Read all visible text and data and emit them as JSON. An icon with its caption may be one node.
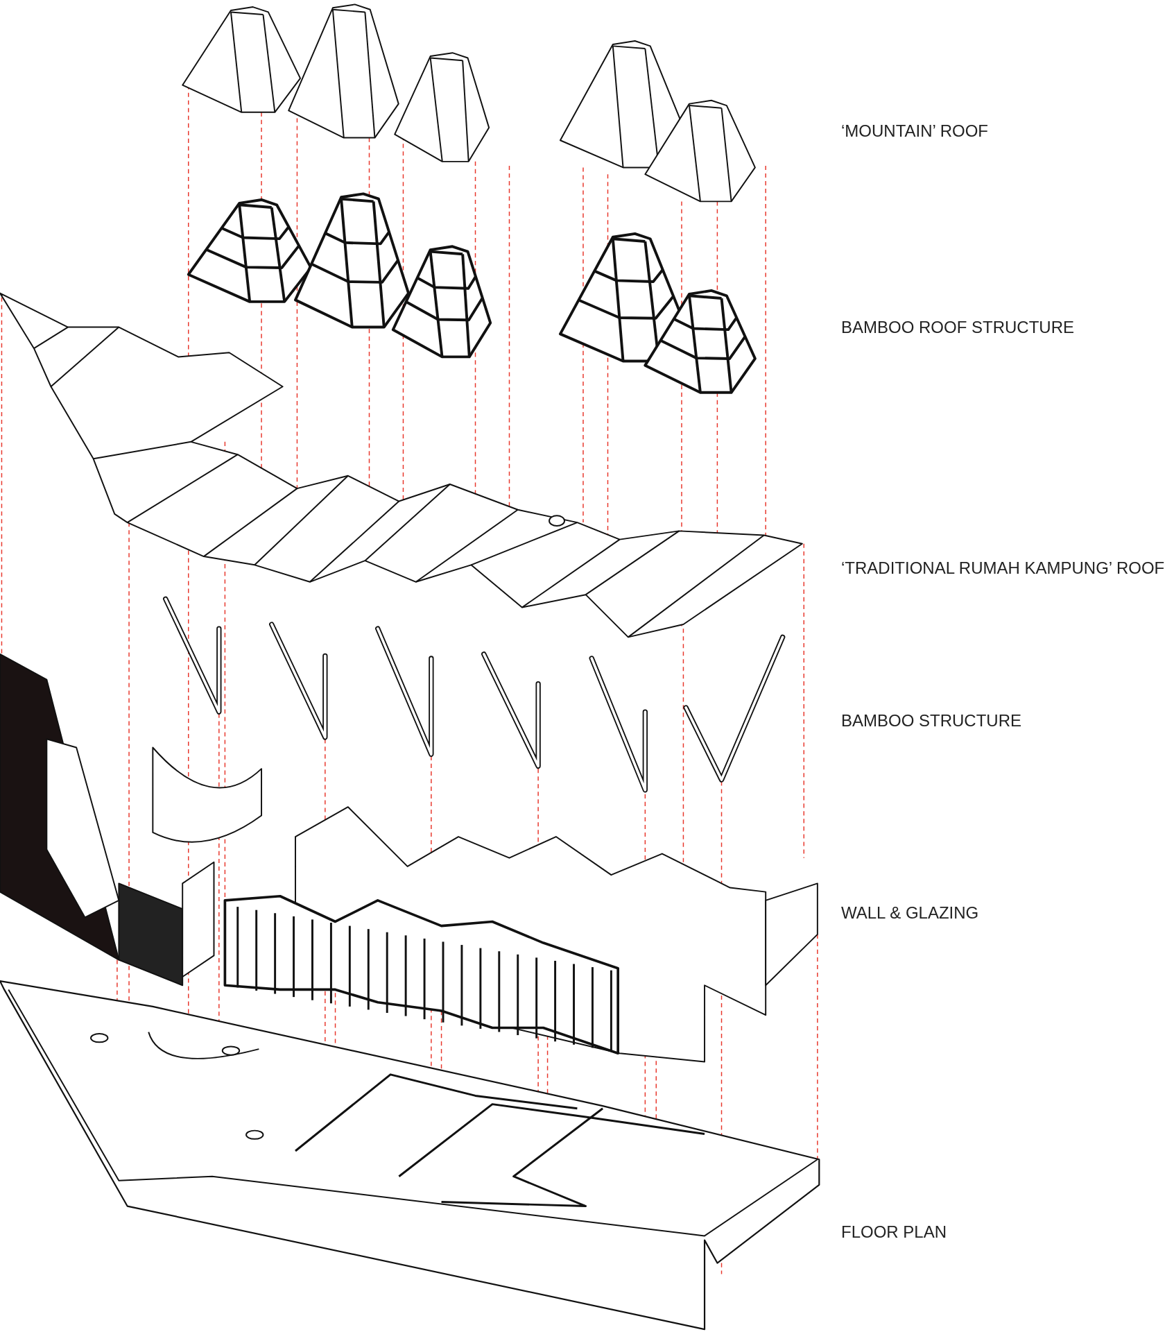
{
  "diagram": {
    "labels": [
      "‘MOUNTAIN’ ROOF",
      "BAMBOO ROOF STRUCTURE",
      "‘TRADITIONAL RUMAH KAMPUNG’ ROOF",
      "BAMBOO STRUCTURE",
      "WALL & GLAZING",
      "FLOOR PLAN"
    ]
  }
}
